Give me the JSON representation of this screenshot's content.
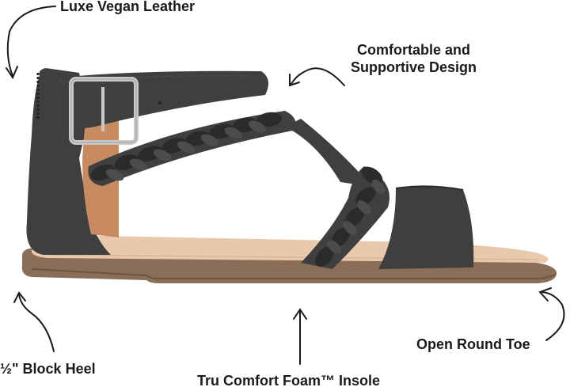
{
  "product": {
    "name": "flat gladiator sandal",
    "colors": {
      "upper": "#3e3f3e",
      "upper_dark": "#2a2b2a",
      "upper_light": "#55565a",
      "insole": "#e9c9ad",
      "lining": "#c88a5f",
      "sole": "#8a6e57",
      "sole_dark": "#6e5542",
      "buckle": "#c9c9c9"
    }
  },
  "callouts": {
    "leather": "Luxe Vegan Leather",
    "design_line1": "Comfortable and",
    "design_line2": "Supportive Design",
    "heel": "½\" Block Heel",
    "insole": "Tru Comfort Foam™ Insole",
    "toe": "Open Round Toe"
  }
}
